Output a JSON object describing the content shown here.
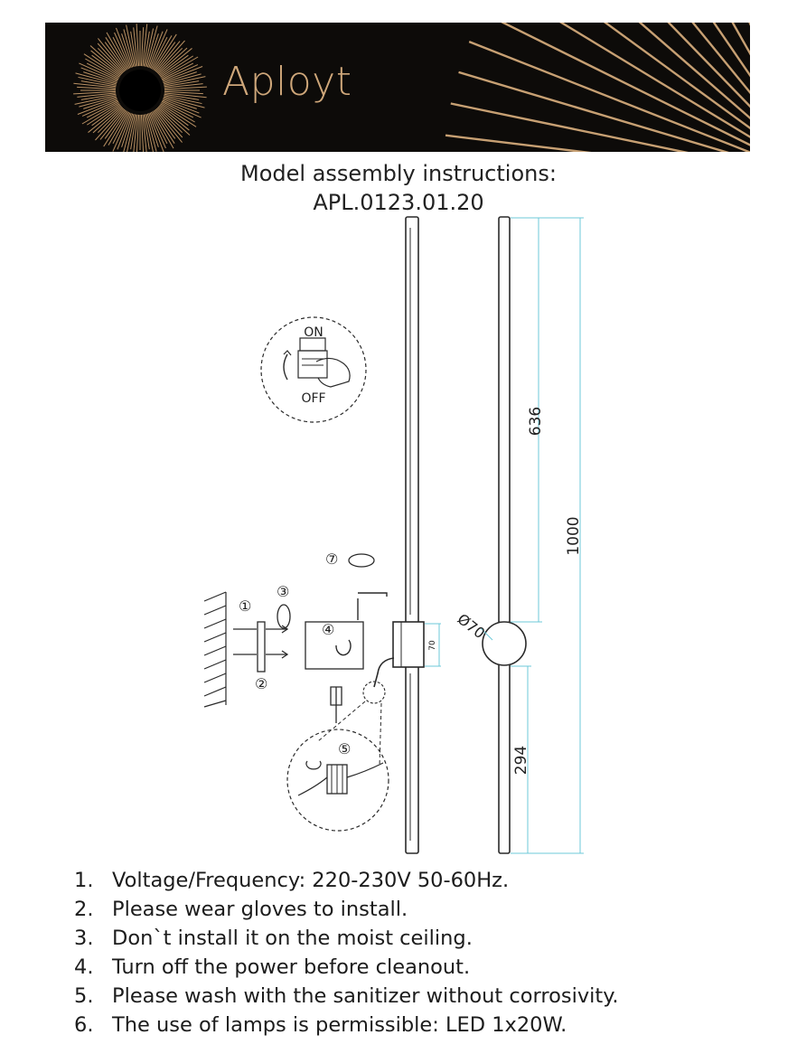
{
  "header": {
    "brand": "Aployt",
    "colors": {
      "background": "#0d0b09",
      "accent": "#cfa77a"
    }
  },
  "title": {
    "line1": "Model assembly instructions:",
    "line2": "APL.0123.01.20"
  },
  "diagram": {
    "switch_on": "ON",
    "switch_off": "OFF",
    "dim_height_top": "636",
    "dim_total": "1000",
    "dim_height_bottom": "294",
    "dim_diameter": "Ø70",
    "dim_base": "70",
    "callouts": [
      "①",
      "②",
      "③",
      "④",
      "⑤",
      "⑦"
    ],
    "dimension_line_color": "#6ec9d8"
  },
  "instructions": [
    {
      "num": "1.",
      "text": "Voltage/Frequency: 220-230V 50-60Hz."
    },
    {
      "num": "2.",
      "text": "Please wear gloves to install."
    },
    {
      "num": "3.",
      "text": "Don`t install it on the moist ceiling."
    },
    {
      "num": "4.",
      "text": "Turn off the power before cleanout."
    },
    {
      "num": "5.",
      "text": "Please wash with the sanitizer without corrosivity."
    },
    {
      "num": "6.",
      "text": "The use of lamps is permissible: LED 1x20W."
    }
  ]
}
